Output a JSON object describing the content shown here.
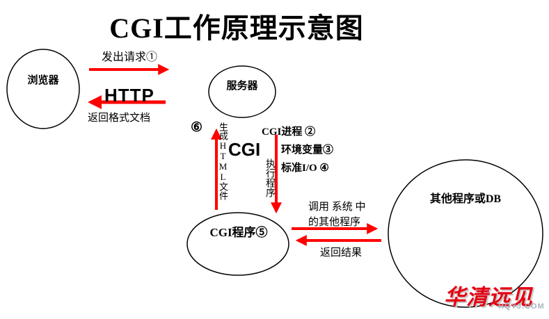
{
  "title": "CGI工作原理示意图",
  "nodes": {
    "browser": "浏览器",
    "server": "服务器",
    "cgi_program": "CGI程序⑤",
    "other_db": "其他程序或DB"
  },
  "labels": {
    "request": "发出请求①",
    "http": "HTTP",
    "return_doc": "返回格式文档",
    "six": "⑥",
    "generate_html": "生成HTML文件",
    "cgi": "CGI",
    "exec_program": "执行程序",
    "cgi_process": "CGI进程  ②",
    "env_vars": "环境变量③",
    "std_io": "标准I/O ④",
    "call_line1": "调用 系统 中",
    "call_line2": "的其他程序",
    "return_result": "返回结果"
  },
  "watermark": {
    "brand": "华清远见",
    "domain": "HQYJ.COM"
  },
  "colors": {
    "arrow": "#ff0000",
    "shape_stroke": "#000000",
    "watermark_red": "#e60012"
  }
}
